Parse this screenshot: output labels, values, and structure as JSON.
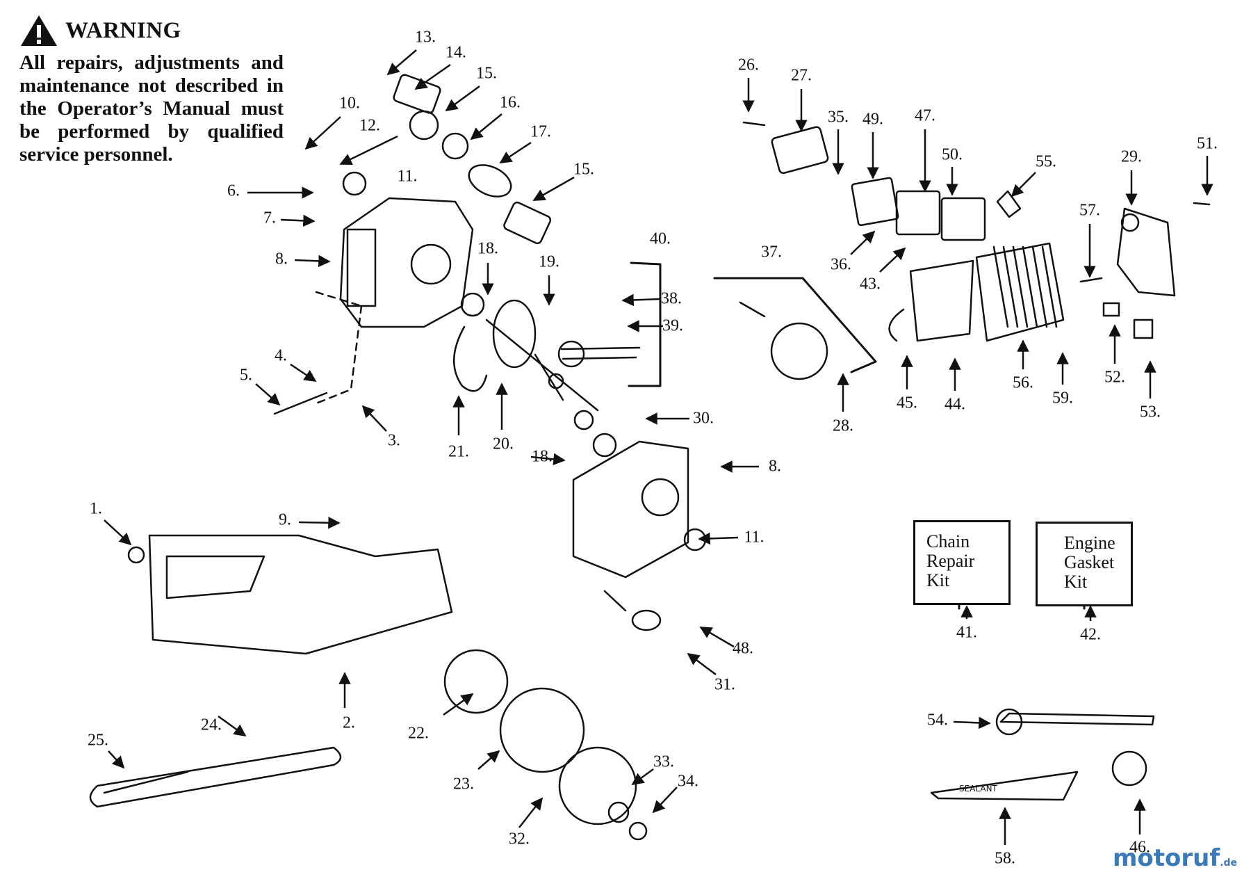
{
  "warning": {
    "title": "WARNING",
    "text": "All repairs, adjustments and maintenance not described in the Operator’s Manual must be performed by qualified service personnel."
  },
  "kits": [
    {
      "lines": [
        "Chain",
        "Repair",
        "Kit"
      ]
    },
    {
      "lines": [
        "Engine",
        "Gasket",
        "Kit"
      ]
    }
  ],
  "sealant_text": "SEALANT",
  "brand": {
    "name": "motoruf",
    "suffix": ".de"
  },
  "part_labels": [
    "1.",
    "2.",
    "3.",
    "4.",
    "5.",
    "6.",
    "7.",
    "8.",
    "8.",
    "9.",
    "10.",
    "11.",
    "11.",
    "12.",
    "13.",
    "14.",
    "15.",
    "15.",
    "16.",
    "17.",
    "18.",
    "18.",
    "19.",
    "20.",
    "21.",
    "22.",
    "23.",
    "24.",
    "25.",
    "26.",
    "27.",
    "28.",
    "29.",
    "30.",
    "31.",
    "32.",
    "33.",
    "34.",
    "35.",
    "36.",
    "37.",
    "38.",
    "39.",
    "40.",
    "41.",
    "42.",
    "43.",
    "44.",
    "45.",
    "46.",
    "47.",
    "48.",
    "49.",
    "50.",
    "51.",
    "52.",
    "53.",
    "54.",
    "55.",
    "56.",
    "57.",
    "58.",
    "59."
  ]
}
